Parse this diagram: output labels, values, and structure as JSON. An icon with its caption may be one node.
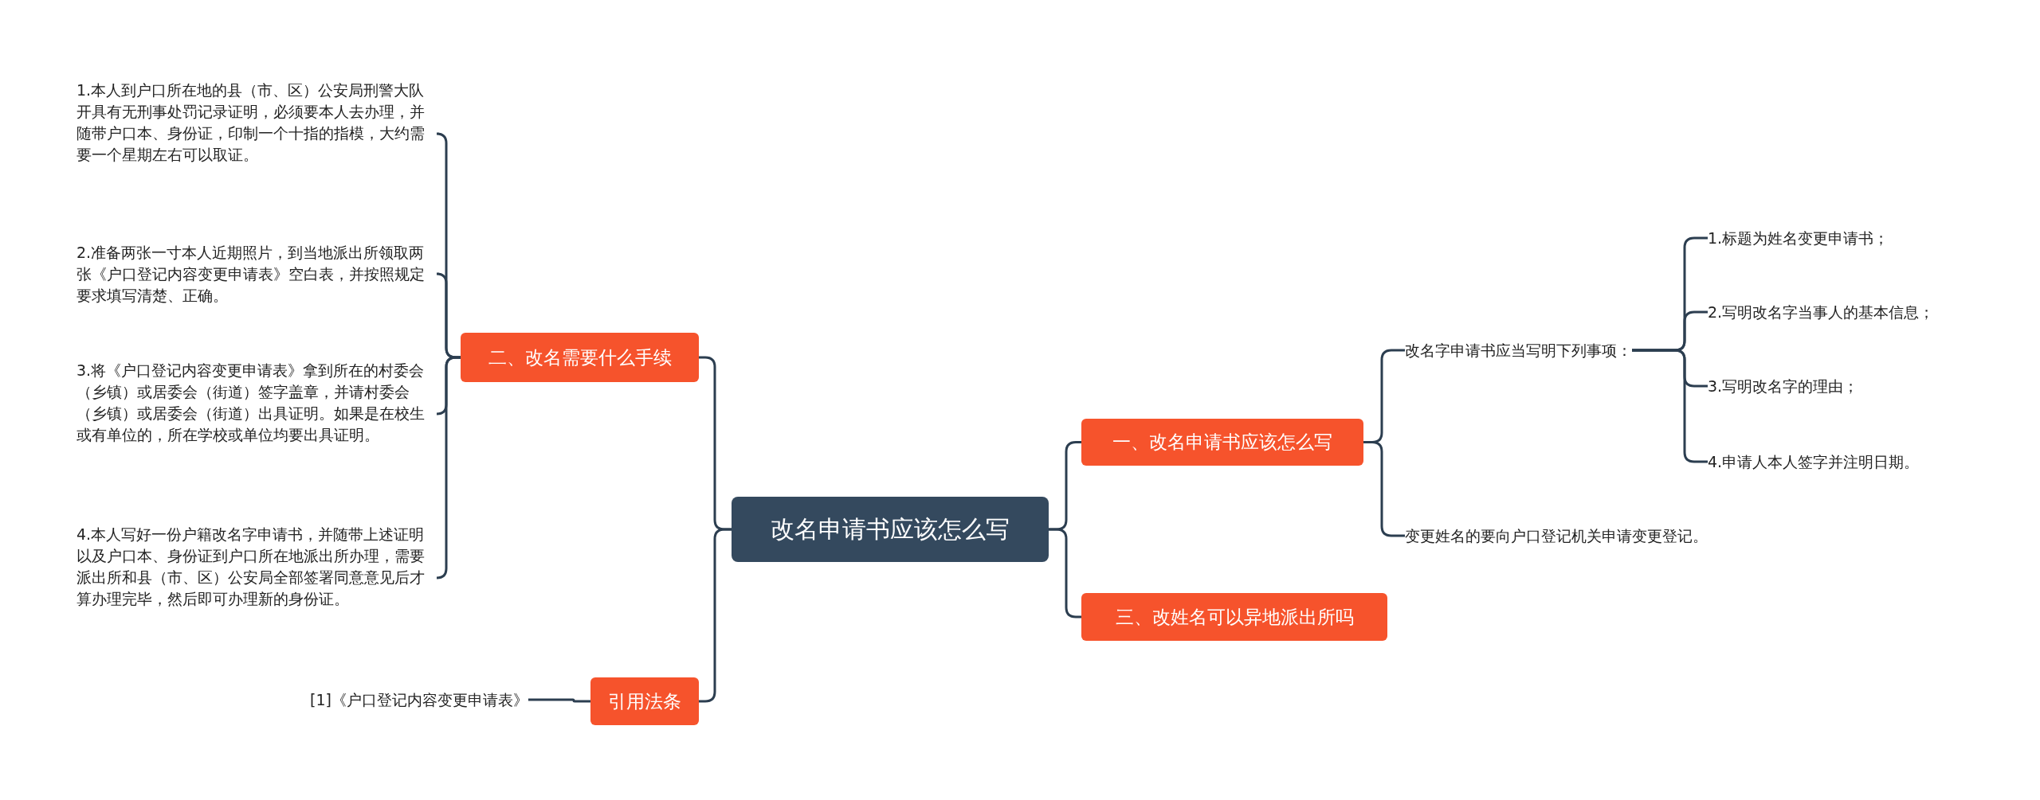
{
  "diagram": {
    "nodes": [
      {
        "text": [
          "改名申请书应该怎么写"
        ]
      },
      {
        "text": [
          "一、改名申请书应该怎么写"
        ]
      },
      {
        "text": [
          "改名字申请书应当写明下列事项："
        ]
      },
      {
        "text": [
          "1.标题为姓名变更申请书；"
        ]
      },
      {
        "text": [
          "2.写明改名字当事人的基本信息；"
        ]
      },
      {
        "text": [
          "3.写明改名字的理由；"
        ]
      },
      {
        "text": [
          "4.申请人本人签字并注明日期。"
        ]
      },
      {
        "text": [
          "变更姓名的要向户口登记机关申请变更登记。"
        ]
      },
      {
        "text": [
          "三、改姓名可以异地派出所吗"
        ]
      },
      {
        "text": [
          "二、改名需要什么手续"
        ]
      },
      {
        "text": [
          "1.本人到户口所在地的县（市、区）公安局刑警大队开具有无刑事处罚记录证明，必须要本人去办理，并随带户口本、身份证，印制一个十指的指模，大约需要一个星期左右可以取证。"
        ]
      },
      {
        "text": [
          "2.准备两张一寸本人近期照片，到当地派出所领取两张《户口登记内容变更申请表》空白表，并按照规定要求填写清楚、正确。"
        ]
      },
      {
        "text": [
          "3.将《户口登记内容变更申请表》拿到所在的村委会（乡镇）或居委会（街道）签字盖章，并请村委会（乡镇）或居委会（街道）出具证明。如果是在校生或有单位的，所在学校或单位均要出具证明。"
        ]
      },
      {
        "text": [
          "4.本人写好一份户籍改名字申请书，并随带上述证明以及户口本、身份证到户口所在地派出所办理，需要派出所和县（市、区）公安局全部签署同意意见后才算办理完毕，然后即可办理新的身份证。"
        ]
      },
      {
        "text": [
          "引用法条"
        ]
      },
      {
        "text": [
          "[1]《户口登记内容变更申请表》"
        ]
      }
    ],
    "edges": [
      {
        "from": 0,
        "to": 1,
        "arrow": "none"
      },
      {
        "from": 1,
        "to": 2,
        "arrow": "none"
      },
      {
        "from": 2,
        "to": 3,
        "arrow": "none"
      },
      {
        "from": 2,
        "to": 4,
        "arrow": "none"
      },
      {
        "from": 2,
        "to": 5,
        "arrow": "none"
      },
      {
        "from": 2,
        "to": 6,
        "arrow": "none"
      },
      {
        "from": 1,
        "to": 7,
        "arrow": "none"
      },
      {
        "from": 0,
        "to": 8,
        "arrow": "none"
      },
      {
        "from": 0,
        "to": 9,
        "arrow": "none"
      },
      {
        "from": 9,
        "to": 10,
        "arrow": "none"
      },
      {
        "from": 9,
        "to": 11,
        "arrow": "none"
      },
      {
        "from": 9,
        "to": 12,
        "arrow": "none"
      },
      {
        "from": 9,
        "to": 13,
        "arrow": "none"
      },
      {
        "from": 0,
        "to": 14,
        "arrow": "none"
      },
      {
        "from": 14,
        "to": 15,
        "arrow": "none"
      }
    ]
  }
}
